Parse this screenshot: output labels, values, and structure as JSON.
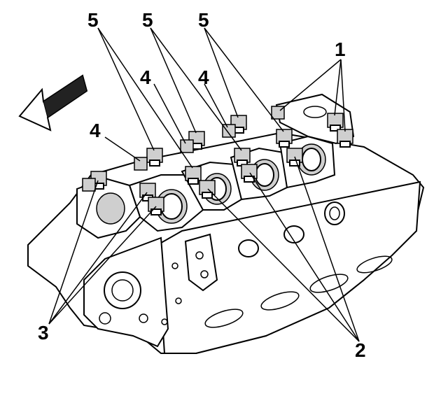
{
  "callouts": {
    "c1": "1",
    "c2": "2",
    "c3": "3",
    "c4a": "4",
    "c4b": "4",
    "c4c": "4",
    "c5a": "5",
    "c5b": "5",
    "c5c": "5"
  },
  "icons": {
    "direction_arrow": "front-direction-arrow-icon"
  }
}
